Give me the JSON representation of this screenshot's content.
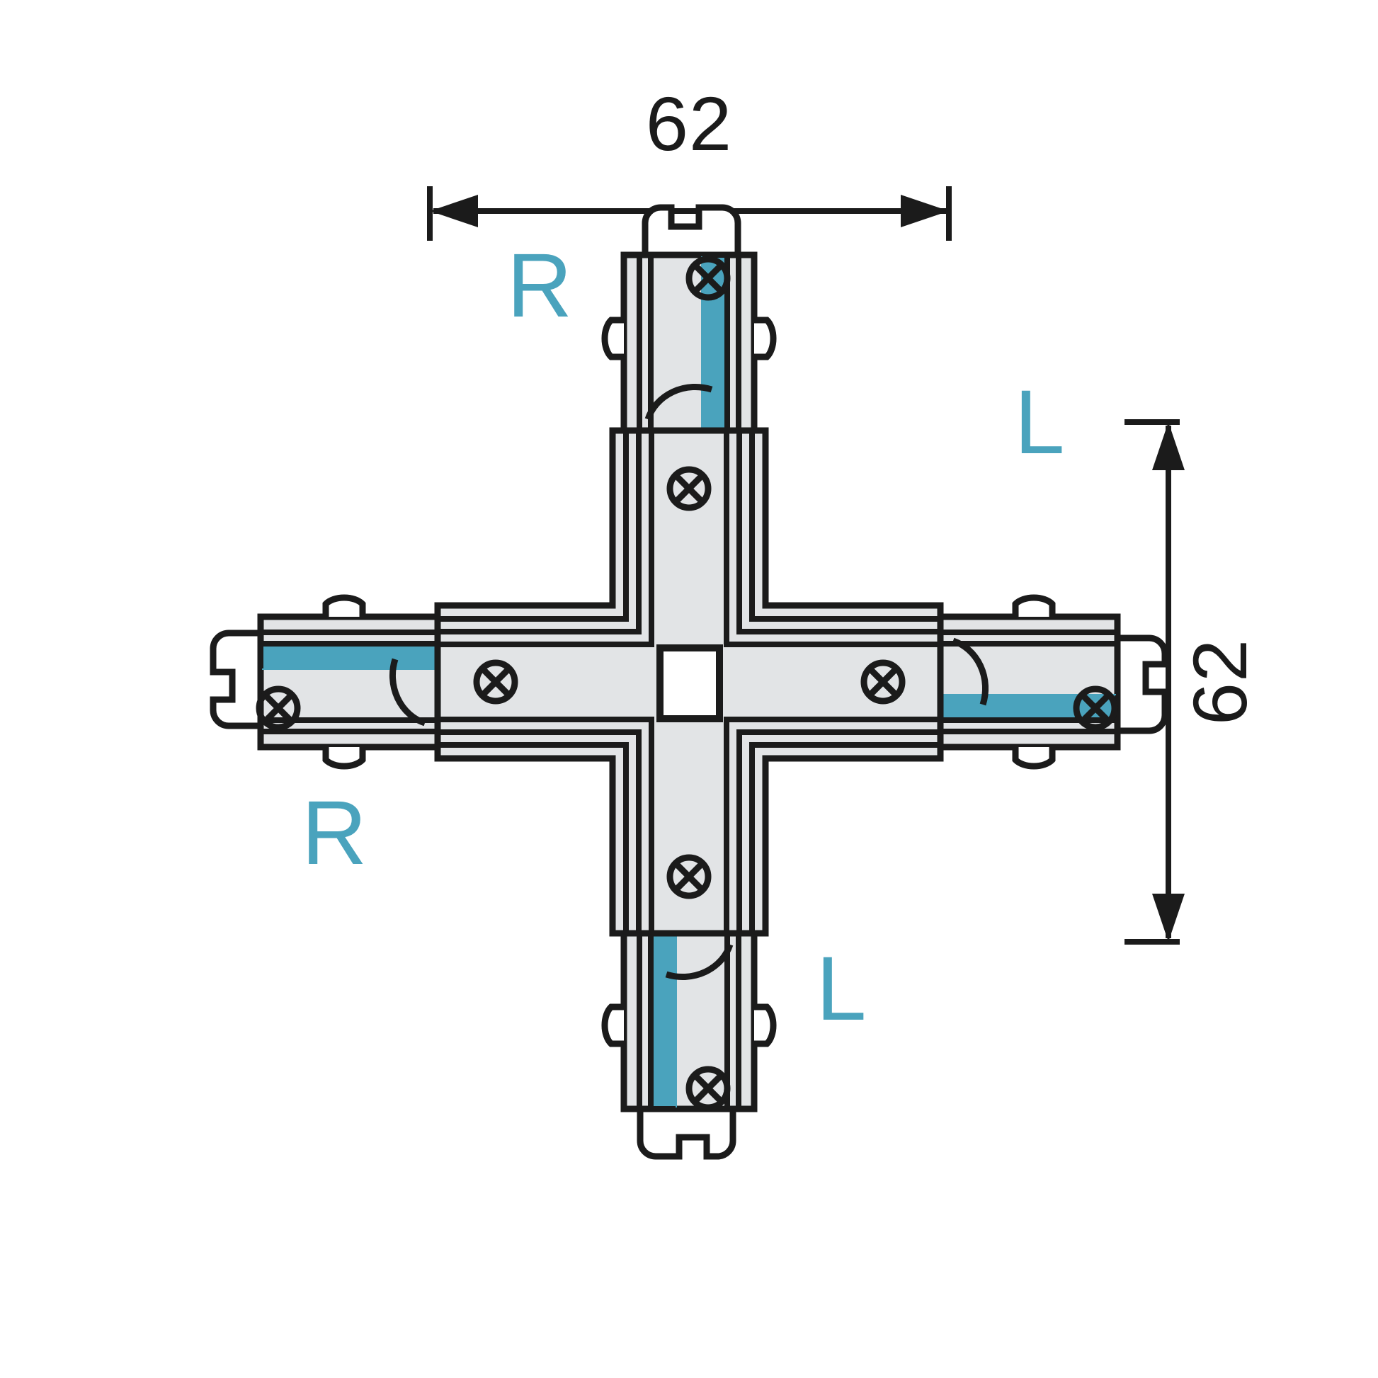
{
  "drawing": {
    "title": "X-connector technical dimension drawing",
    "type": "technical-line-drawing",
    "component": "track lighting x-shaped cross connector",
    "colors": {
      "outline": "#1b1b1b",
      "body_fill": "#e2e4e6",
      "accent_teal": "#4aa3bd",
      "white": "#ffffff",
      "background": "#ffffff"
    },
    "dimensions": {
      "horizontal": {
        "value": "62",
        "unit_shown": false,
        "orientation": "horizontal",
        "position": "top"
      },
      "vertical": {
        "value": "62",
        "unit_shown": false,
        "orientation": "vertical-rotated",
        "position": "right"
      }
    },
    "polarity_labels": [
      {
        "text": "R",
        "position": "top-left",
        "arm": "top-arm"
      },
      {
        "text": "L",
        "position": "middle-right",
        "arm": "right-arm"
      },
      {
        "text": "R",
        "position": "bottom-left",
        "arm": "left-arm"
      },
      {
        "text": "L",
        "position": "bottom-right",
        "arm": "bottom-arm"
      }
    ],
    "screws": {
      "icon": "screw-cross-icon",
      "count": 8,
      "description": "circle with diagonal cross"
    },
    "center_feature": {
      "shape": "square",
      "fill": "#ffffff",
      "description": "central square aperture"
    }
  }
}
